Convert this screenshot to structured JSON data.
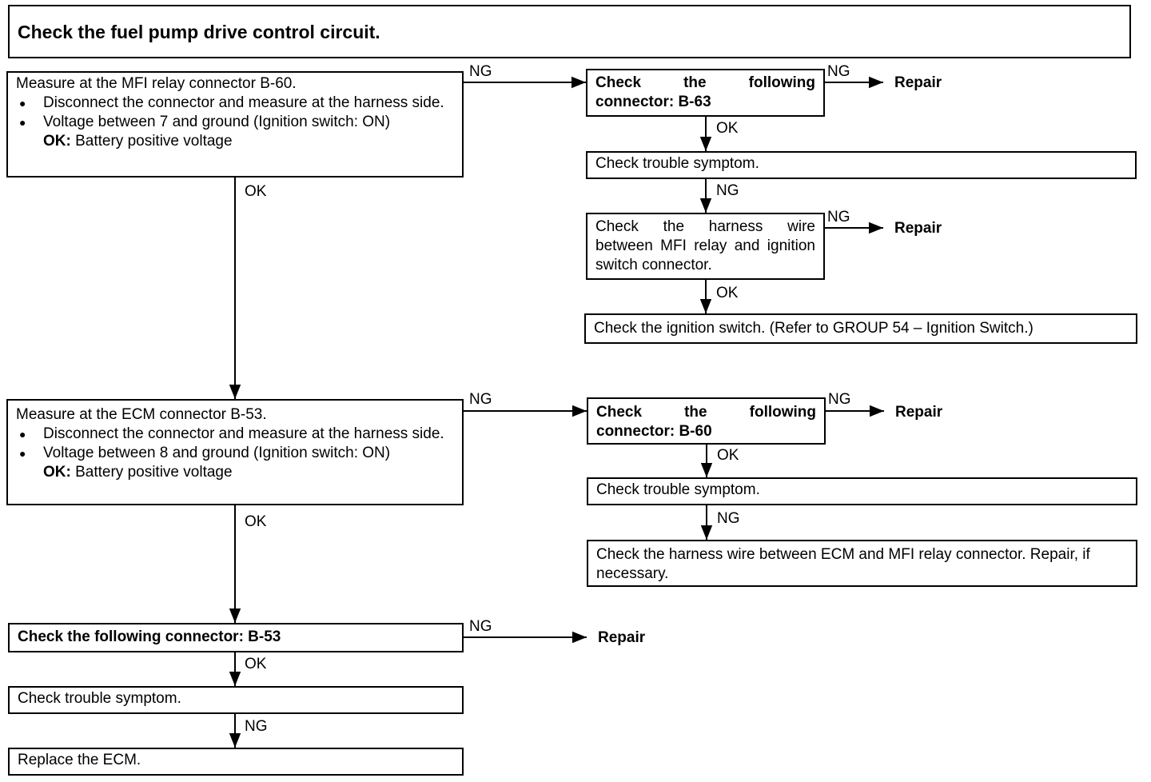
{
  "title": "Check the fuel pump drive control circuit.",
  "labels": {
    "ng": "NG",
    "ok": "OK",
    "repair": "Repair"
  },
  "boxes": {
    "mfi_measure": {
      "heading": "Measure at the MFI relay connector B-60.",
      "bullet1": "Disconnect the connector and measure at the harness side.",
      "bullet2": "Voltage between 7 and ground (Ignition switch: ON)",
      "ok_label": "OK:",
      "ok_text": "Battery positive voltage"
    },
    "check_b63": "Check the following connector: B-63",
    "trouble_1": "Check trouble symptom.",
    "harness_mfi_ign": "Check the harness wire between MFI relay and ignition switch connector.",
    "ign_switch": "Check the ignition switch. (Refer to GROUP 54 – Ignition Switch.)",
    "ecm_measure": {
      "heading": "Measure at the ECM connector B-53.",
      "bullet1": "Disconnect the connector and measure at the harness side.",
      "bullet2": "Voltage between 8 and ground (Ignition switch: ON)",
      "ok_label": "OK:",
      "ok_text": "Battery positive voltage"
    },
    "check_b60": "Check the following connector: B-60",
    "trouble_2": "Check trouble symptom.",
    "harness_ecm_mfi": "Check the harness wire between ECM and MFI relay connector. Repair, if necessary.",
    "check_b53": "Check the following connector: B-53",
    "trouble_3": "Check trouble symptom.",
    "replace_ecm": "Replace the ECM."
  }
}
